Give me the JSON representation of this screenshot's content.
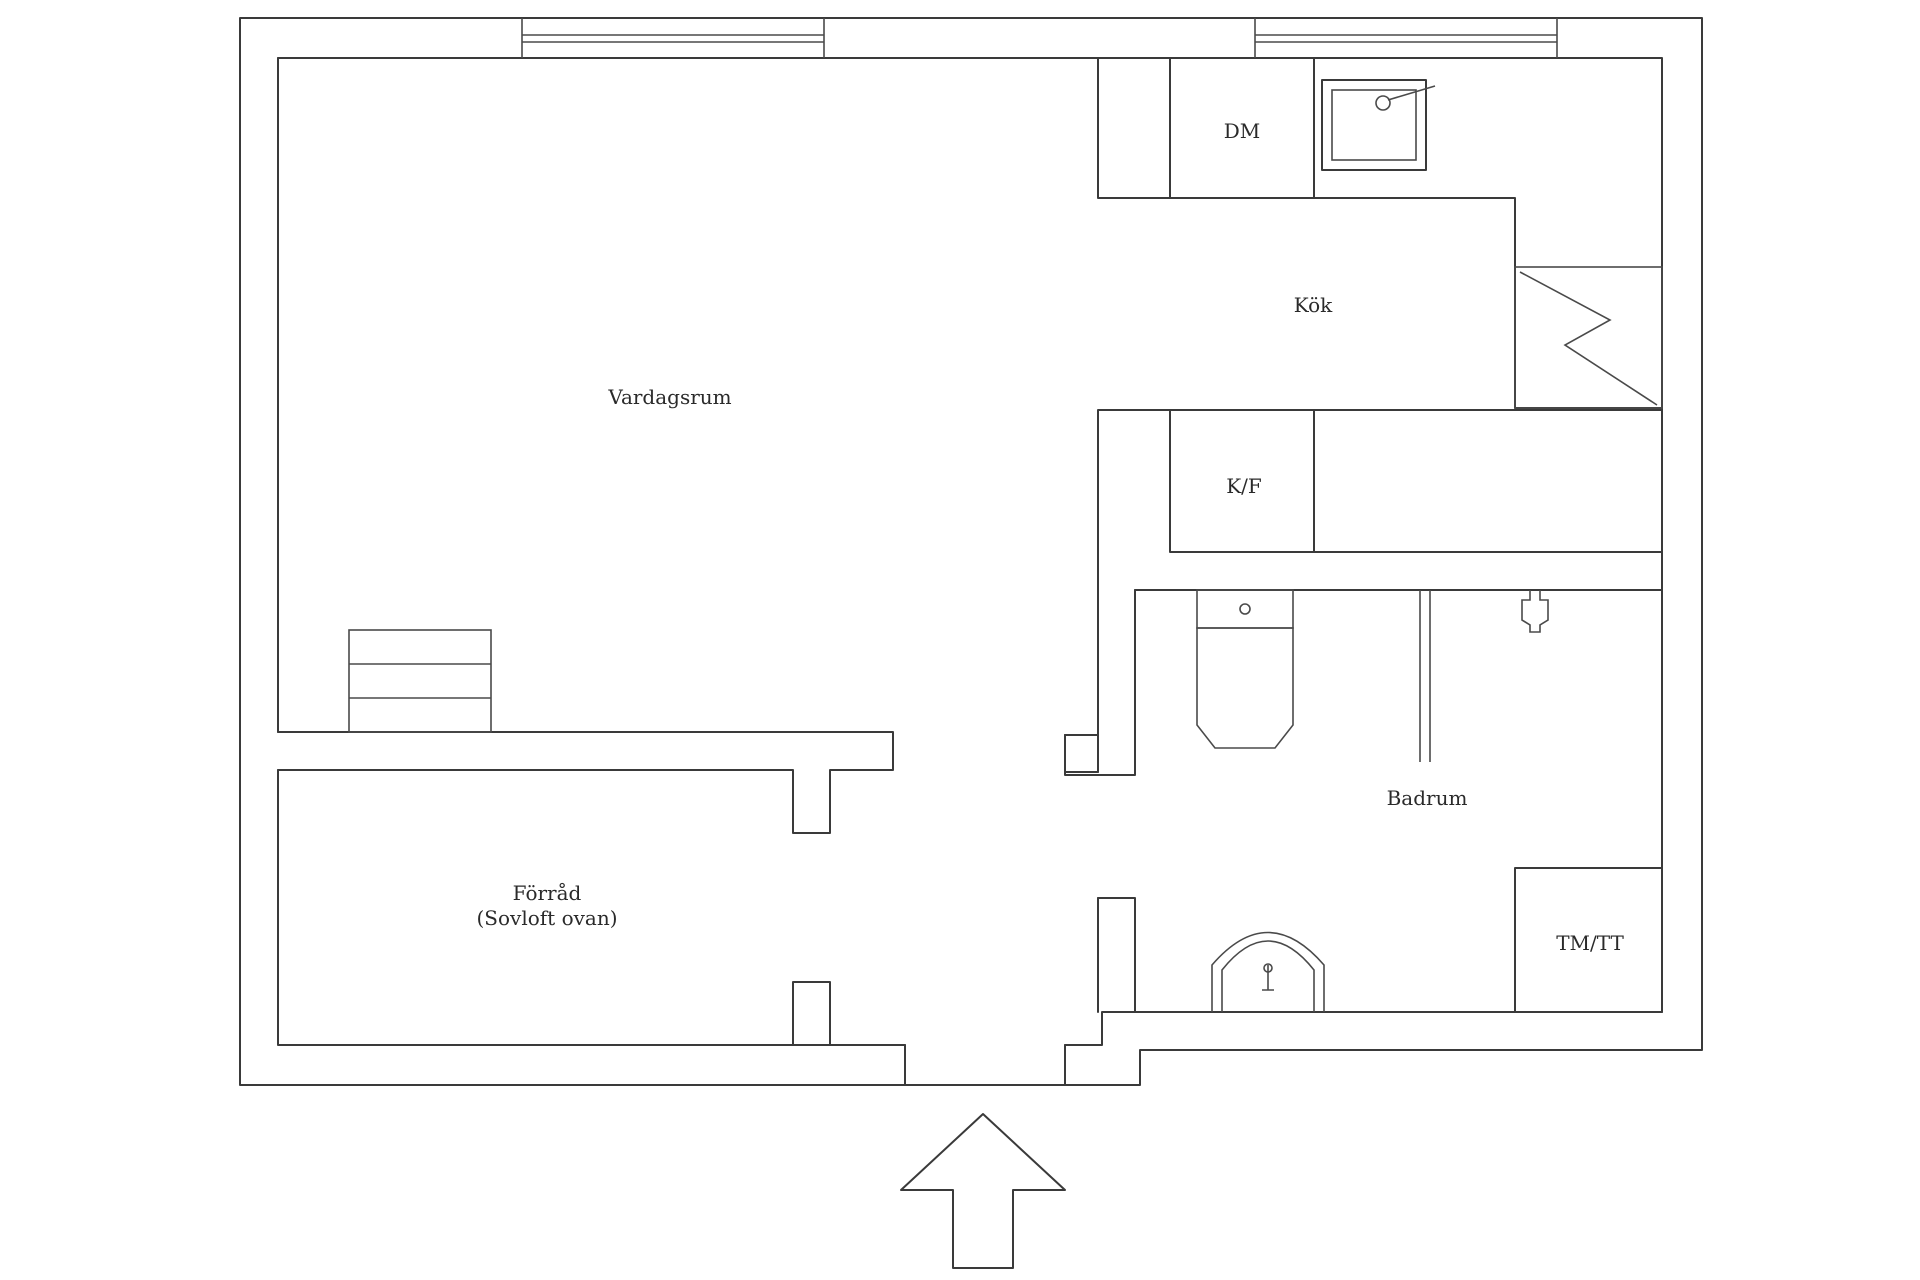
{
  "rooms": {
    "living": "Vardagsrum",
    "kitchen": "Kök",
    "dishwasher": "DM",
    "fridge_freezer": "K/F",
    "bathroom": "Badrum",
    "storage": "Förråd",
    "storage_note": "(Sovloft ovan)",
    "laundry": "TM/TT"
  },
  "icons": [
    "sink-icon",
    "stove-icon",
    "toilet-icon",
    "washbasin-icon",
    "shower-icon",
    "stairs-icon",
    "entrance-arrow-icon"
  ],
  "colors": {
    "line": "#3a3a3a",
    "background": "#ffffff"
  }
}
